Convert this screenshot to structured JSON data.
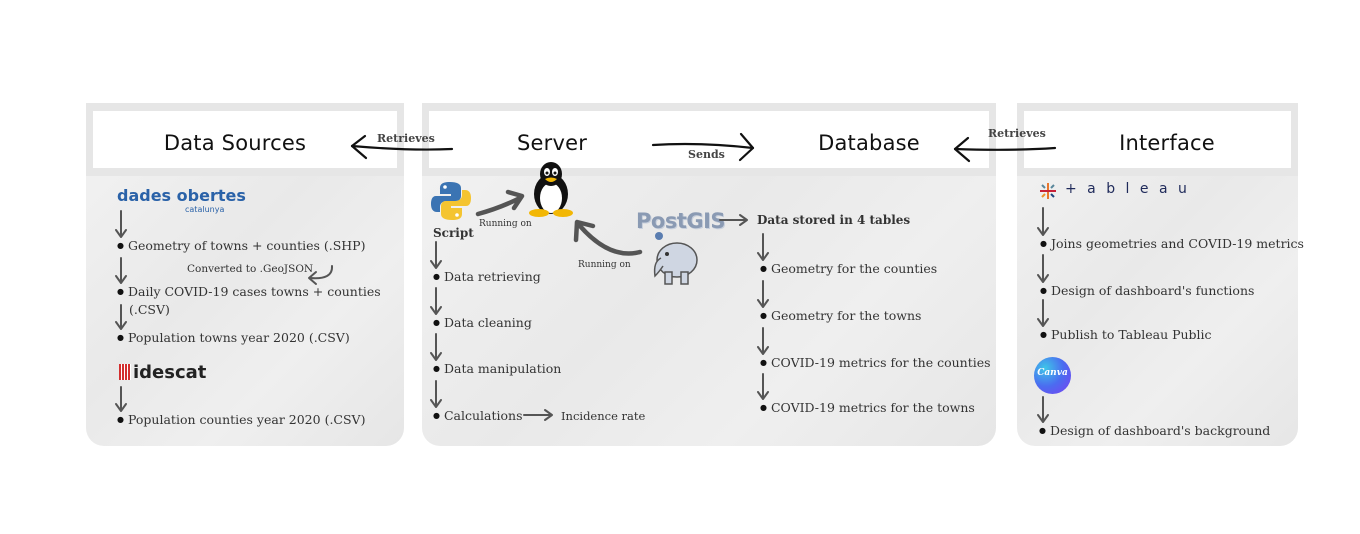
{
  "panels": {
    "data_sources": {
      "title": "Data Sources",
      "logo_main": "dades obertes",
      "logo_sub": "catalunya",
      "items": [
        "Geometry of towns + counties (.SHP)",
        "Daily  COVID-19  cases  towns  +  counties",
        "(.CSV)",
        "Population towns year 2020 (.CSV)",
        "Population counties year 2020 (.CSV)"
      ],
      "note_converted": "Converted to .GeoJSON",
      "logo_idescat": "idescat"
    },
    "server": {
      "title": "Server",
      "script_label": "Script",
      "running_on_1": "Running on",
      "running_on_2": "Running on",
      "postgis_logo": "PostGIS",
      "steps": [
        "Data retrieving",
        "Data cleaning",
        "Data manipulation",
        "Calculations"
      ],
      "incidence": "Incidence rate",
      "stored": "Data stored in  4 tables",
      "tables": [
        "Geometry for the counties",
        "Geometry for the towns",
        "COVID-19 metrics for the counties",
        "COVID-19 metrics for the towns"
      ]
    },
    "database": {
      "title": "Database"
    },
    "interface": {
      "title": "Interface",
      "tableau_logo": "+ a b l e a u",
      "items": [
        "Joins geometries and COVID-19 metrics",
        "Design of dashboard's functions",
        "Publish to Tableau Public"
      ],
      "canva_logo": "Canva",
      "canva_item": "Design of dashboard's background"
    }
  },
  "connectors": {
    "retrieves_left": "Retrieves",
    "sends": "Sends",
    "retrieves_right": "Retrieves"
  },
  "colors": {
    "panel": "#ececec",
    "header_border": "#e3e3e3",
    "dades_blue": "#2a62a8",
    "idescat_red": "#d32f2f"
  }
}
